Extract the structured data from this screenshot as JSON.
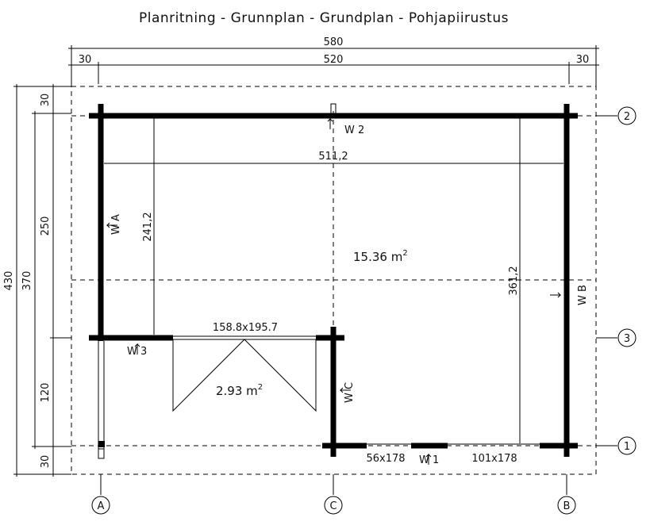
{
  "title": "Planritning - Grunnplan - Grundplan - Pohjapiirustus",
  "dimensions": {
    "top_total": "580",
    "top_left": "30",
    "top_middle": "520",
    "top_right": "30",
    "left_total": "430",
    "left_inner": "370",
    "left_top": "30",
    "left_upper": "250",
    "left_lower": "120",
    "left_bottom": "30",
    "room_width": "511,2",
    "room_depth_left": "241,2",
    "room_depth_right": "361,2"
  },
  "areas": {
    "main_room": "15.36 m",
    "small_room": "2.93 m",
    "unit_sup": "2"
  },
  "doors": {
    "double_door": "158.8x195.7",
    "window_left": "56x178",
    "window_right": "101x178"
  },
  "walls": {
    "w2": "W 2",
    "wa": "W A",
    "wb": "W B",
    "w3": "W 3",
    "wc": "W C",
    "w1": "W 1"
  },
  "gridlines": {
    "row_2": "2",
    "row_3": "3",
    "row_1": "1",
    "col_a": "A",
    "col_c": "C",
    "col_b": "B"
  }
}
